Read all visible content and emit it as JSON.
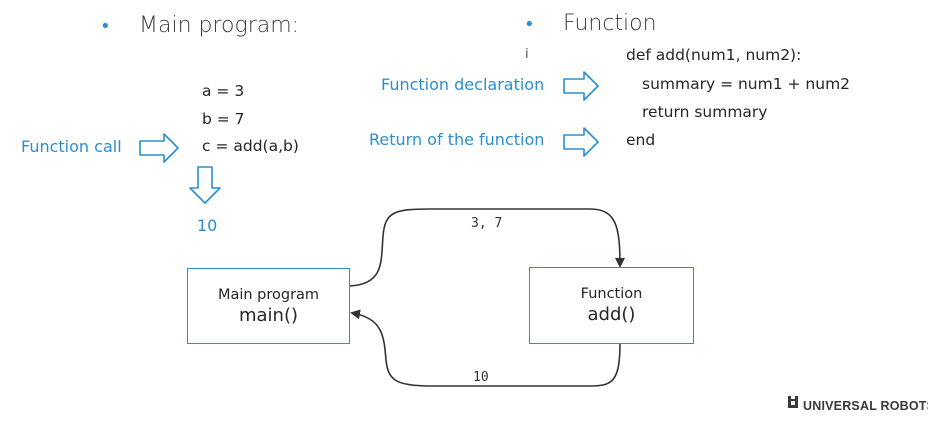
{
  "main_section": {
    "bullet": "•",
    "heading": "Main program:",
    "code_lines": [
      "a = 3",
      "b = 7",
      "c = add(a,b)"
    ],
    "result": "10"
  },
  "function_section": {
    "bullet": "•",
    "heading": "Function",
    "stray_mark": "i",
    "code_lines": [
      "def add(num1, num2):",
      "summary = num1 + num2",
      "return summary",
      "end"
    ]
  },
  "labels": {
    "function_call": "Function call",
    "function_declaration": "Function declaration",
    "return_of_function": "Return of the function"
  },
  "flow": {
    "main_box": {
      "title": "Main program",
      "call": "main()"
    },
    "function_box": {
      "title": "Function",
      "call": "add()"
    },
    "args_label": "3, 7",
    "return_label": "10"
  },
  "logo": {
    "text": "UNIVERSAL ROBOTS"
  },
  "colors": {
    "accent": "#2a8fd0",
    "text": "#262626",
    "line": "#333333"
  }
}
